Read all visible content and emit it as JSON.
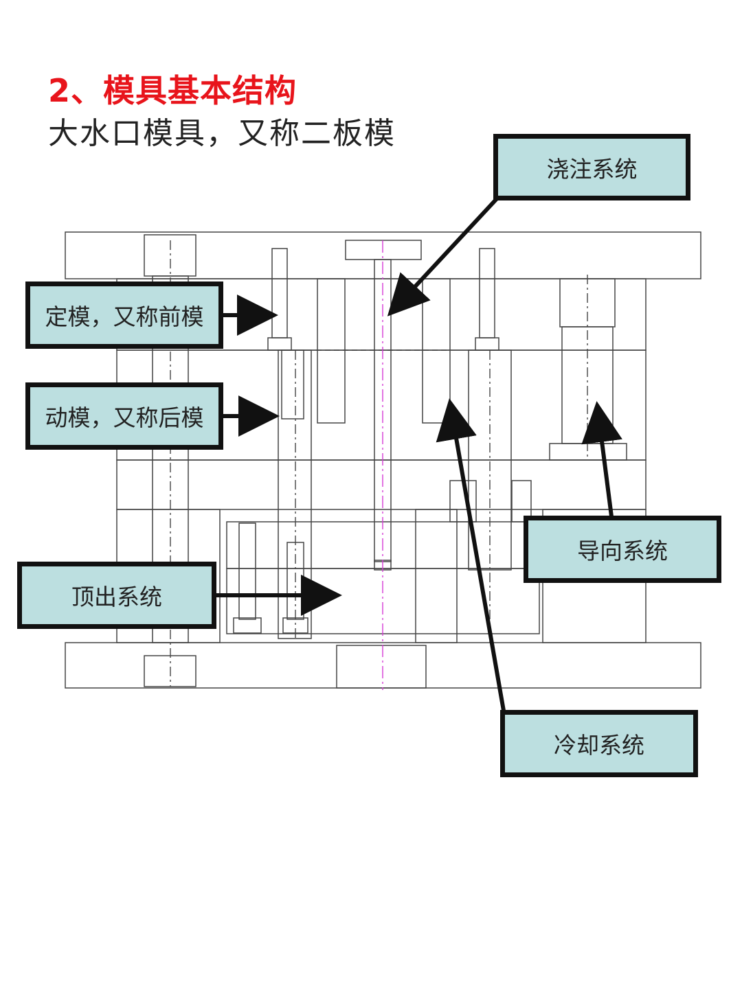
{
  "header": {
    "title": "2、模具基本结构",
    "subtitle": "大水口模具，又称二板模"
  },
  "labels": {
    "sprue": "浇注系统",
    "fixed_mold": "定模，又称前模",
    "moving_mold": "动模，又称后模",
    "ejector": "顶出系统",
    "guide": "导向系统",
    "cooling": "冷却系统"
  },
  "colors": {
    "box_fill": "#bcdfe0",
    "box_border": "#111111",
    "title_red": "#e8141b",
    "centerline_magenta": "#d63bd6",
    "drawing_line": "#444444"
  }
}
